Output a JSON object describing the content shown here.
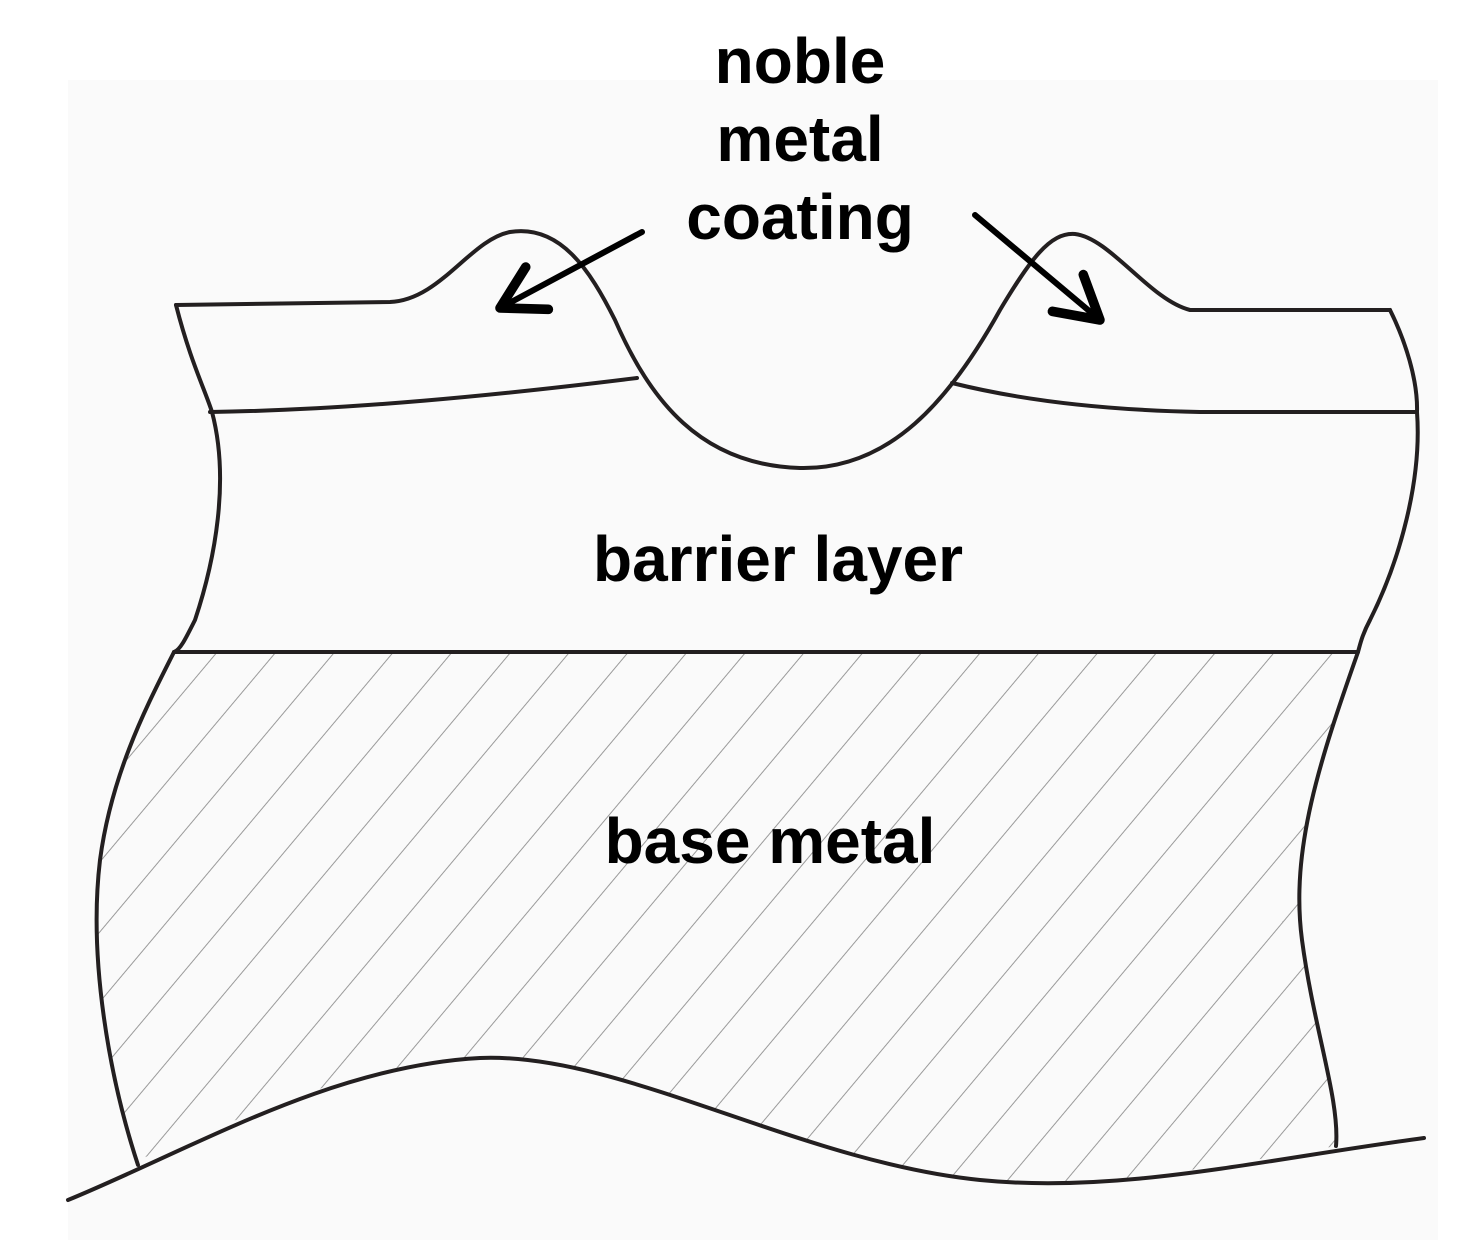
{
  "diagram": {
    "labels": {
      "coating_line1": "noble",
      "coating_line2": "metal",
      "coating_line3": "coating",
      "barrier": "barrier layer",
      "base": "base metal"
    },
    "colors": {
      "stroke": "#231f20",
      "hatch": "#9a9a9a",
      "text": "#000000",
      "background": "#ffffff",
      "panel": "#fafafa"
    }
  }
}
